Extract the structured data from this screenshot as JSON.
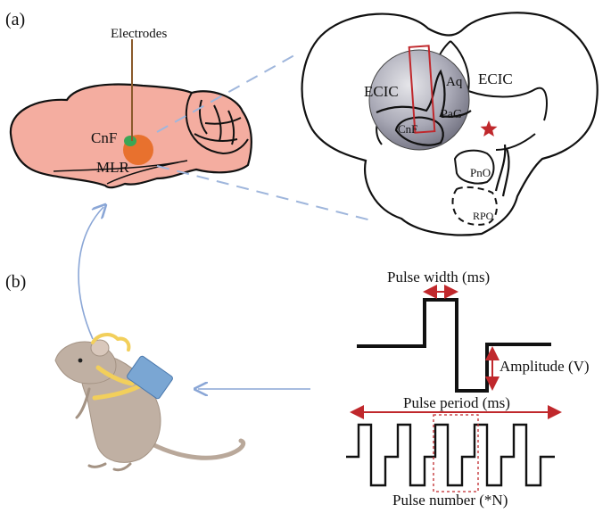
{
  "panel_labels": {
    "a": "(a)",
    "b": "(b)"
  },
  "brain": {
    "electrodes": "Electrodes",
    "cnf": "CnF",
    "mlr": "MLR"
  },
  "section": {
    "ecic_left": "ECIC",
    "ecic_right": "ECIC",
    "aq": "Aq",
    "pag": "PaG",
    "cnf": "CnF",
    "pno": "PnO",
    "rpo": "RPO"
  },
  "waveform": {
    "pulse_width": "Pulse width (ms)",
    "amplitude": "Amplitude (V)",
    "pulse_period": "Pulse period (ms)",
    "pulse_number": "Pulse number (*N)"
  },
  "colors": {
    "brain_fill": "#f4ada0",
    "mlr": "#e8712e",
    "cnf": "#3aa655",
    "arrow_red": "#c0282c",
    "connector_blue": "#8aa6d6",
    "rat_fur": "#b9a89a",
    "backpack": "#7aa6d3",
    "harness": "#f2cf5b"
  }
}
